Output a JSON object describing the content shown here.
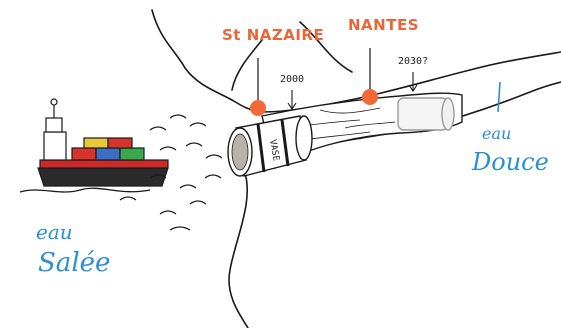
{
  "illustration": {
    "cities": [
      {
        "name": "St NAZAIRE",
        "marker_color": "#ef6a36"
      },
      {
        "name": "NANTES",
        "marker_color": "#ef6a36"
      }
    ],
    "years": [
      "2000",
      "2030?"
    ],
    "zones": {
      "salt": {
        "line1": "eau",
        "line2": "Salée",
        "color": "#2a8fd6"
      },
      "fresh": {
        "line1": "eau",
        "line2": "Douce",
        "color": "#2a8fd6"
      }
    },
    "barrel_text": "VASE",
    "ship_container_colors": [
      "#d9342b",
      "#3a6fc4",
      "#3aa84a",
      "#e8c93a",
      "#d9342b"
    ],
    "ink_color": "#1a1a1a"
  }
}
